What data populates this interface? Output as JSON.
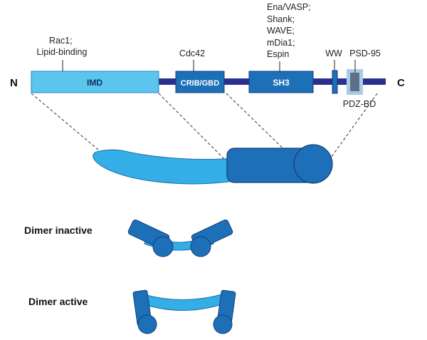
{
  "termini": {
    "n": "N",
    "c": "C"
  },
  "domains": {
    "imd": "IMD",
    "crib": "CRIB/GBD",
    "sh3": "SH3"
  },
  "annotations": {
    "imd_partner": [
      "Rac1;",
      "Lipid-binding"
    ],
    "crib_partner": "Cdc42",
    "sh3_partners": [
      "Ena/VASP;",
      "Shank;",
      "WAVE;",
      "mDia1;",
      "Espin"
    ],
    "ww": "WW",
    "psd95": "PSD-95",
    "pdzbd": "PDZ-BD"
  },
  "states": {
    "inactive": "Dimer inactive",
    "active": "Dimer active"
  },
  "colors": {
    "backbone": "#2b2f8f",
    "imd": "#5bc5ee",
    "domain_dark": "#1d6fb8",
    "light_blue": "#34aee6",
    "pdz_box": "#a9cce6",
    "pdz_inner": "#5f6f86",
    "outline": "#143e78"
  }
}
